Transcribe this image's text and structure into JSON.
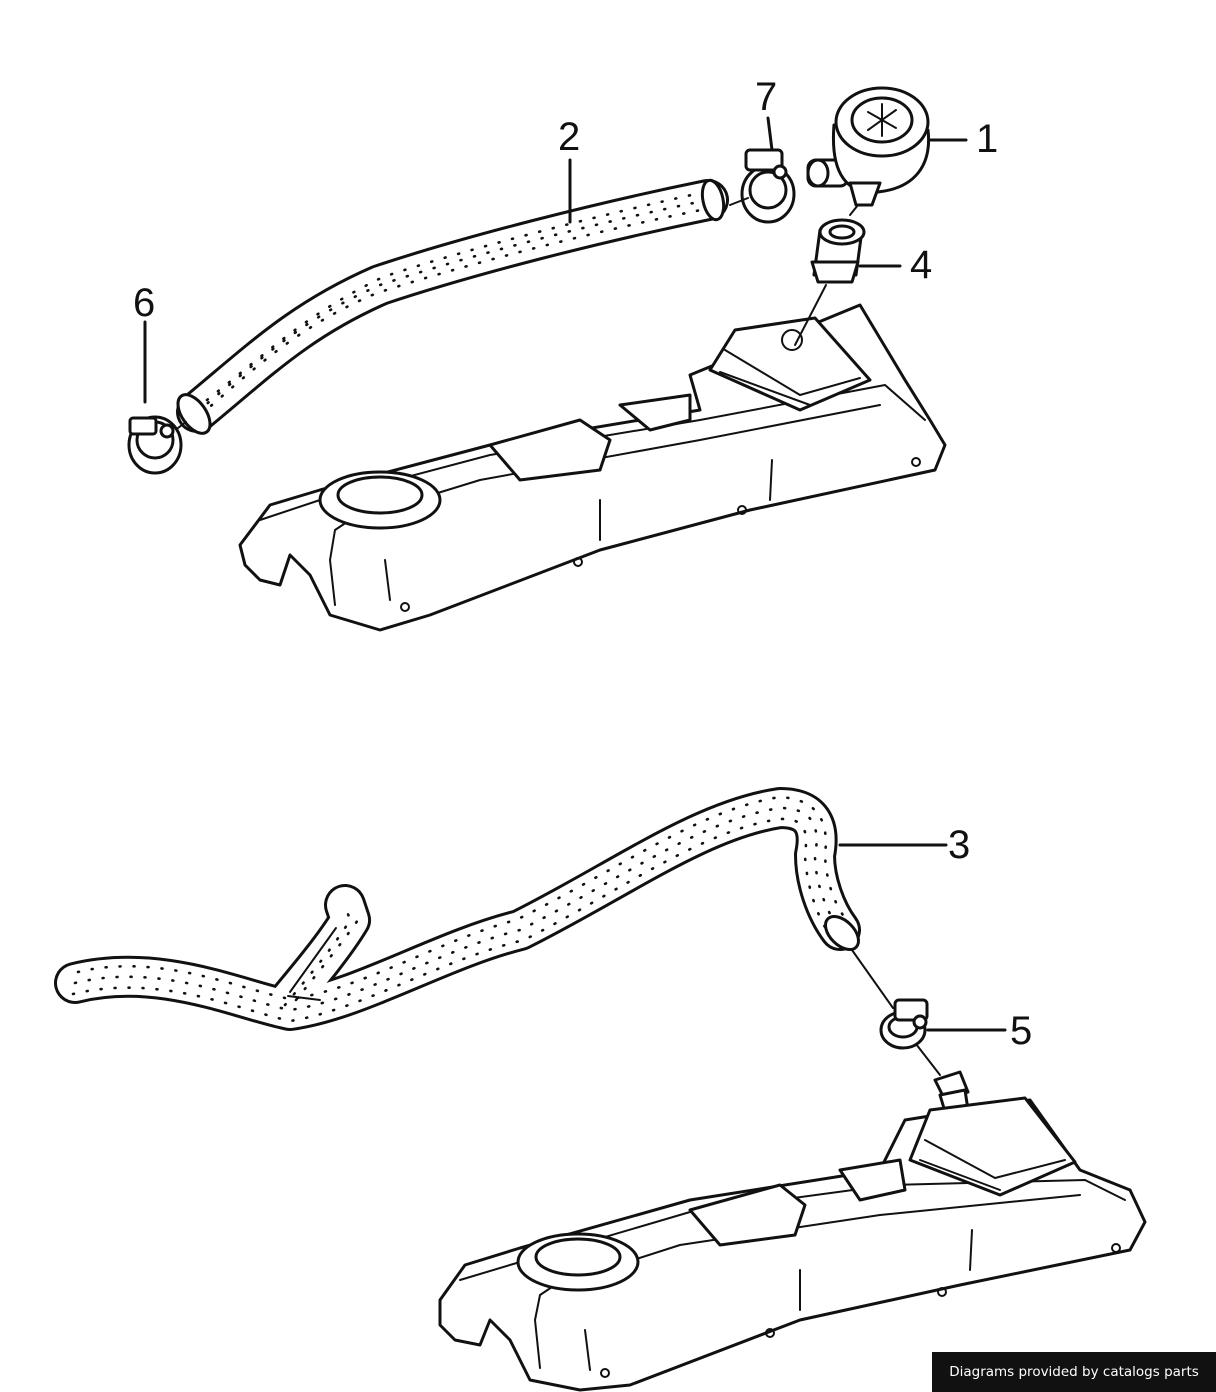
{
  "callouts": {
    "c1": "1",
    "c2": "2",
    "c3": "3",
    "c4": "4",
    "c5": "5",
    "c6": "6",
    "c7": "7"
  },
  "footer": {
    "credit": "Diagrams provided by catalogs parts"
  }
}
